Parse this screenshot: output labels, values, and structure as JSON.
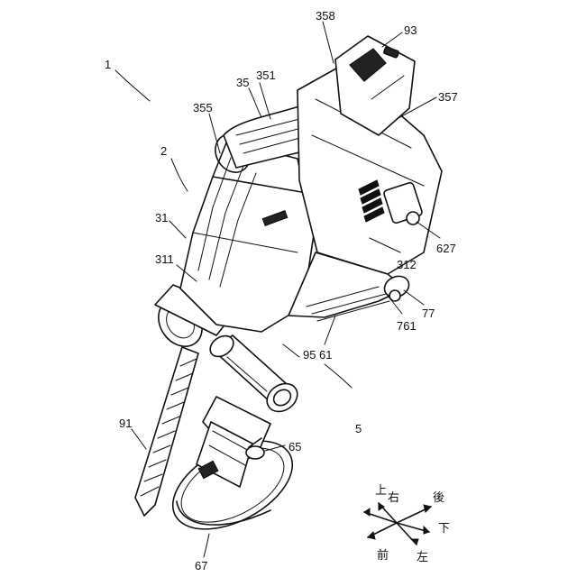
{
  "labels": {
    "l1": "1",
    "l2": "2",
    "l5": "5",
    "l31": "31",
    "l35": "35",
    "l61": "61",
    "l65": "65",
    "l67": "67",
    "l77": "77",
    "l91": "91",
    "l93": "93",
    "l95": "95",
    "l311": "311",
    "l312": "312",
    "l351": "351",
    "l355": "355",
    "l357": "357",
    "l358": "358",
    "l627": "627",
    "l761": "761"
  },
  "directions": {
    "up": "上",
    "right": "右",
    "rear": "後",
    "down": "下",
    "left": "左",
    "front": "前"
  }
}
